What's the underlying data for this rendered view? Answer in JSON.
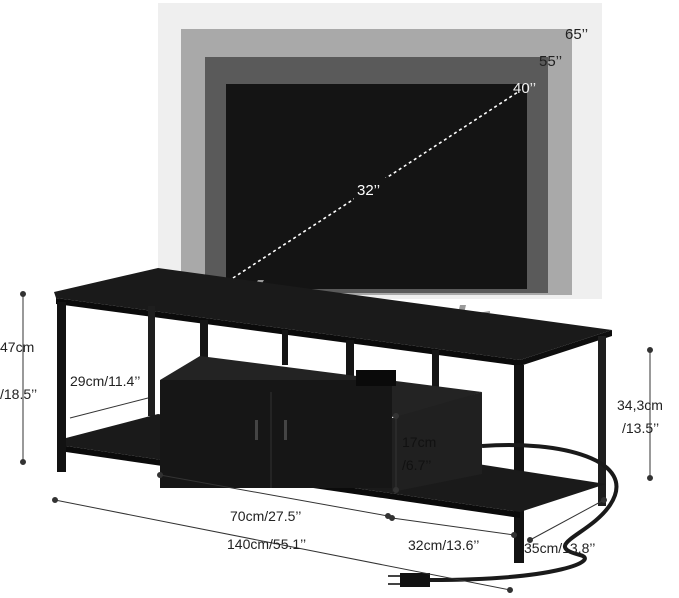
{
  "tv_sizes": {
    "size_65": "65’’",
    "size_55": "55’’",
    "size_40": "40’’",
    "size_32": "32’’"
  },
  "dimensions": {
    "total_height": "47cm",
    "total_height_in": "/18.5’’",
    "shelf_depth_inner": "29cm/11.4’’",
    "shelf_height": "34,3cm",
    "shelf_height_in": "/13.5’’",
    "cabinet_height": "17cm",
    "cabinet_height_in": "/6.7’’",
    "cabinet_width": "70cm/27.5’’",
    "open_width": "32cm/13.6’’",
    "total_width": "140cm/55.1’’",
    "total_depth": "35cm/13.8’’"
  },
  "colors": {
    "furniture": "#111111",
    "tv_65": "#f0f0f0",
    "tv_55": "#a8a8a8",
    "tv_40": "#5a5a5a",
    "tv_32": "#151515"
  }
}
